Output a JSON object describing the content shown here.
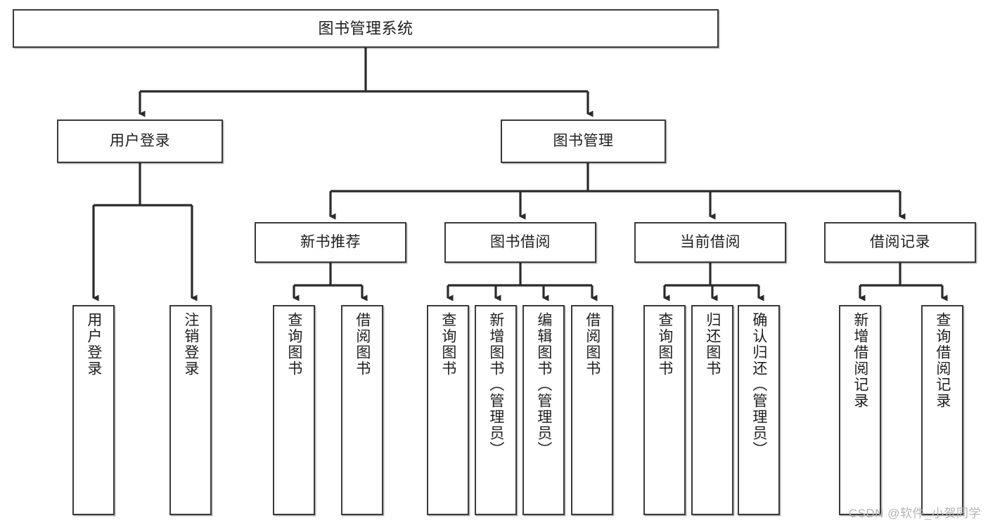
{
  "diagram": {
    "title": "图书管理系统",
    "type": "tree-hierarchy-chart",
    "root": {
      "label": "图书管理系统"
    },
    "level2": [
      {
        "label": "用户登录"
      },
      {
        "label": "图书管理"
      }
    ],
    "level3": [
      {
        "label": "新书推荐"
      },
      {
        "label": "图书借阅"
      },
      {
        "label": "当前借阅"
      },
      {
        "label": "借阅记录"
      }
    ],
    "leaves": [
      {
        "label": "用户登录",
        "parent": "用户登录"
      },
      {
        "label": "注销登录",
        "parent": "用户登录"
      },
      {
        "label": "查询图书",
        "parent": "新书推荐"
      },
      {
        "label": "借阅图书",
        "parent": "新书推荐"
      },
      {
        "label": "查询图书",
        "parent": "图书借阅"
      },
      {
        "label": "新增图书（管理员）",
        "parent": "图书借阅"
      },
      {
        "label": "编辑图书（管理员）",
        "parent": "图书借阅"
      },
      {
        "label": "借阅图书",
        "parent": "图书借阅"
      },
      {
        "label": "查询图书",
        "parent": "当前借阅"
      },
      {
        "label": "归还图书",
        "parent": "当前借阅"
      },
      {
        "label": "确认归还（管理员）",
        "parent": "当前借阅"
      },
      {
        "label": "新增借阅记录",
        "parent": "借阅记录"
      },
      {
        "label": "查询借阅记录",
        "parent": "借阅记录"
      }
    ]
  },
  "watermark": {
    "text": "CSDN @软件_小贺同学"
  },
  "colors": {
    "box_border": "#3a3a3a",
    "box_fill": "#ffffff",
    "connector": "#2b2b2b",
    "text": "#202020",
    "watermark": "#b4b4b4",
    "background": "#ffffff"
  }
}
